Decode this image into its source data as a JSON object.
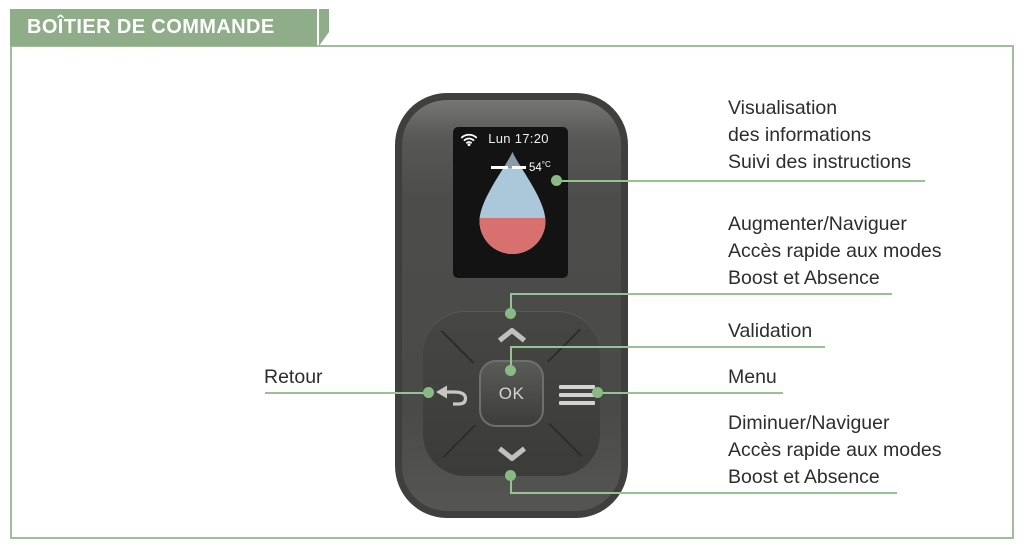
{
  "title": "BOÎTIER DE COMMANDE",
  "screen": {
    "time": "Lun 17:20",
    "temp_value": "54",
    "temp_unit": "°C"
  },
  "buttons": {
    "ok_label": "OK"
  },
  "labels": {
    "visualisation": {
      "line1": "Visualisation",
      "line2": "des informations",
      "line3": "Suivi des instructions"
    },
    "augmenter": {
      "line1": "Augmenter/Naviguer",
      "line2": "Accès rapide aux modes",
      "line3": "Boost et Absence"
    },
    "validation": {
      "text": "Validation"
    },
    "menu": {
      "text": "Menu"
    },
    "diminuer": {
      "line1": "Diminuer/Naviguer",
      "line2": "Accès rapide aux modes",
      "line3": "Boost et Absence"
    },
    "retour": {
      "text": "Retour"
    }
  },
  "icons": {
    "wifi": "wifi-icon",
    "up": "chevron-up-icon",
    "down": "chevron-down-icon",
    "back": "return-arrow-icon",
    "menu": "menu-icon",
    "drop": "water-drop-icon"
  },
  "colors": {
    "green_header": "#8ead88",
    "green_line": "#97c394",
    "frame_border": "#a1bd9b",
    "device_body": "#4a4a48",
    "screen_bg": "#131313",
    "drop_blue": "#abc8da",
    "drop_tip": "#8a9ba9",
    "drop_red": "#d97070"
  }
}
